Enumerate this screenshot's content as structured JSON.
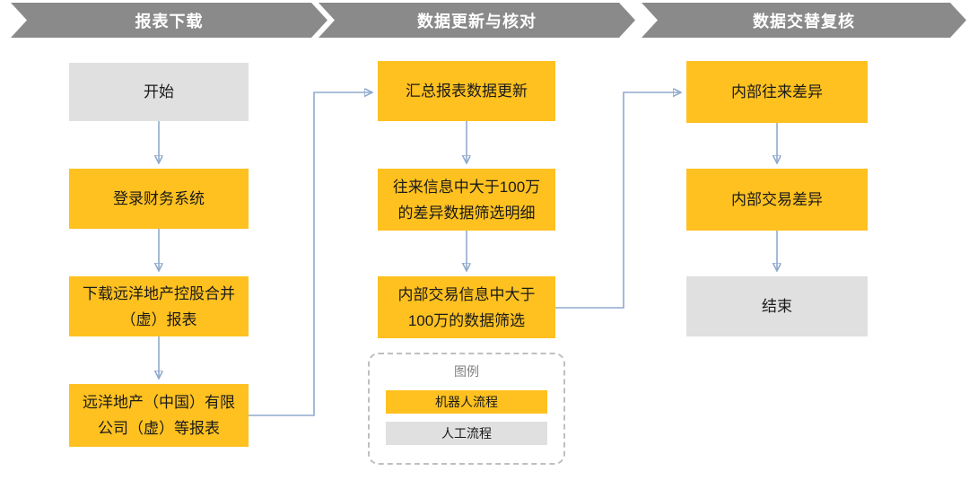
{
  "banners": [
    {
      "label": "报表下载"
    },
    {
      "label": "数据更新与核对"
    },
    {
      "label": "数据交替复核"
    }
  ],
  "columns": [
    {
      "phase": "报表下载",
      "steps": [
        {
          "label": "开始",
          "type": "manual"
        },
        {
          "label": "登录财务系统",
          "type": "robot"
        },
        {
          "label": "下载远洋地产控股合并\n（虚）报表",
          "type": "robot"
        },
        {
          "label": "远洋地产（中国）有限\n公司（虚）等报表",
          "type": "robot"
        }
      ]
    },
    {
      "phase": "数据更新与核对",
      "steps": [
        {
          "label": "汇总报表数据更新",
          "type": "robot"
        },
        {
          "label": "往来信息中大于100万\n的差异数据筛选明细",
          "type": "robot"
        },
        {
          "label": "内部交易信息中大于\n100万的数据筛选",
          "type": "robot"
        }
      ]
    },
    {
      "phase": "数据交替复核",
      "steps": [
        {
          "label": "内部往来差异",
          "type": "robot"
        },
        {
          "label": "内部交易差异",
          "type": "robot"
        },
        {
          "label": "结束",
          "type": "manual"
        }
      ]
    }
  ],
  "legend": {
    "title": "图例",
    "items": [
      {
        "label": "机器人流程",
        "type": "robot"
      },
      {
        "label": "人工流程",
        "type": "manual"
      }
    ]
  },
  "colors": {
    "robot": "#FFC120",
    "manual": "#E0E0E0",
    "banner": "#8A8A8A",
    "connector": "#8FAACC"
  }
}
